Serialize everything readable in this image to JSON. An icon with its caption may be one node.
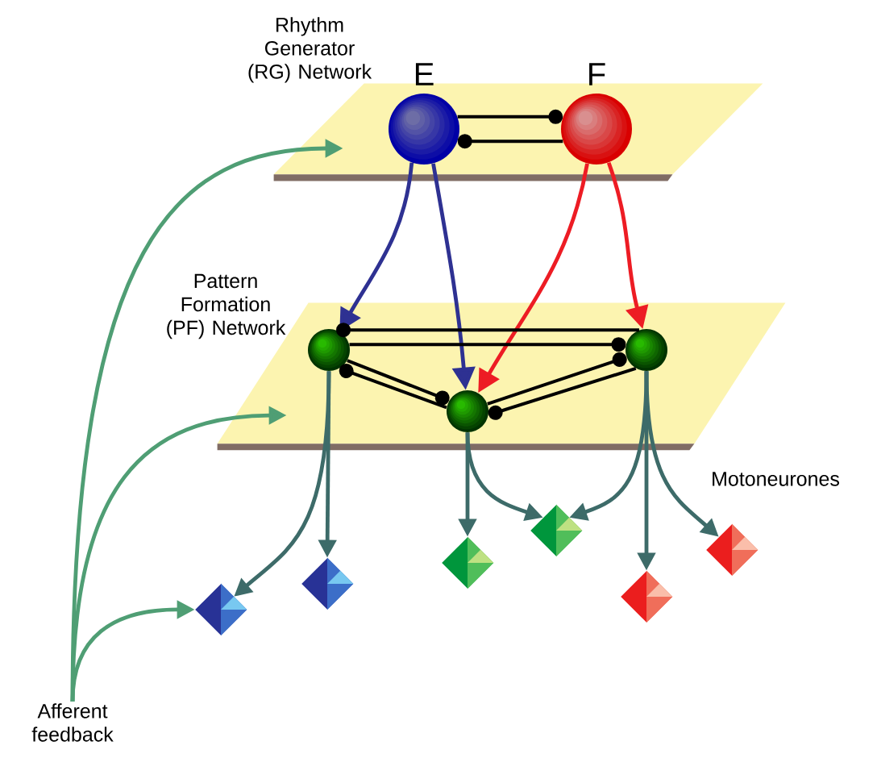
{
  "diagram": {
    "nodes": [
      {
        "text": [
          "Rhythm Generator (RG) Network"
        ]
      },
      {
        "text": [],
        "shape": "circle",
        "beside": [
          "E"
        ],
        "in": 0
      },
      {
        "text": [],
        "shape": "circle",
        "beside": [
          "F"
        ],
        "in": 0
      },
      {
        "text": [
          "Pattern Formation (PF) Network"
        ]
      },
      {
        "text": [],
        "shape": "circle",
        "in": 3
      },
      {
        "text": [],
        "shape": "circle",
        "in": 3
      },
      {
        "text": [],
        "shape": "circle",
        "in": 3
      },
      {
        "text": [],
        "shape": "diamond"
      },
      {
        "text": [],
        "shape": "diamond"
      },
      {
        "text": [],
        "shape": "diamond"
      },
      {
        "text": [],
        "shape": "diamond"
      },
      {
        "text": [],
        "shape": "diamond"
      },
      {
        "text": [],
        "shape": "diamond"
      },
      {
        "text": [
          "Afferent feedback"
        ]
      }
    ],
    "edges": [
      {
        "from": 1,
        "to": 4,
        "arrow": "to",
        "color": "#2e3192"
      },
      {
        "from": 1,
        "to": 5,
        "arrow": "to",
        "color": "#2e3192"
      },
      {
        "from": 2,
        "to": 5,
        "arrow": "to",
        "color": "#ed1c24"
      },
      {
        "from": 2,
        "to": 6,
        "arrow": "to",
        "color": "#ed1c24"
      },
      {
        "from": 1,
        "to": 2,
        "arrow": "other"
      },
      {
        "from": 2,
        "to": 1,
        "arrow": "other"
      },
      {
        "from": 6,
        "to": 4,
        "arrow": "other"
      },
      {
        "from": 4,
        "to": 6,
        "arrow": "other"
      },
      {
        "from": 4,
        "to": 5,
        "arrow": "other"
      },
      {
        "from": 5,
        "to": 4,
        "arrow": "other"
      },
      {
        "from": 5,
        "to": 6,
        "arrow": "other"
      },
      {
        "from": 6,
        "to": 5,
        "arrow": "other"
      },
      {
        "from": 4,
        "to": 7,
        "arrow": "to",
        "color": "#3d6b69"
      },
      {
        "from": 4,
        "to": 8,
        "arrow": "to",
        "color": "#3d6b69"
      },
      {
        "from": 5,
        "to": 9,
        "arrow": "to",
        "color": "#3d6b69"
      },
      {
        "from": 5,
        "to": 10,
        "arrow": "to",
        "color": "#3d6b69"
      },
      {
        "from": 6,
        "to": 10,
        "arrow": "to",
        "color": "#3d6b69"
      },
      {
        "from": 6,
        "to": 11,
        "arrow": "to",
        "color": "#3d6b69"
      },
      {
        "from": 6,
        "to": 12,
        "arrow": "to",
        "color": "#3d6b69"
      },
      {
        "from": 13,
        "to": 0,
        "arrow": "to",
        "color": "#4f9e74"
      },
      {
        "from": 13,
        "to": 3,
        "arrow": "to",
        "color": "#4f9e74"
      },
      {
        "from": 13,
        "to": 7,
        "arrow": "to",
        "color": "#4f9e74"
      }
    ],
    "labels": [
      "Motoneurones"
    ]
  }
}
